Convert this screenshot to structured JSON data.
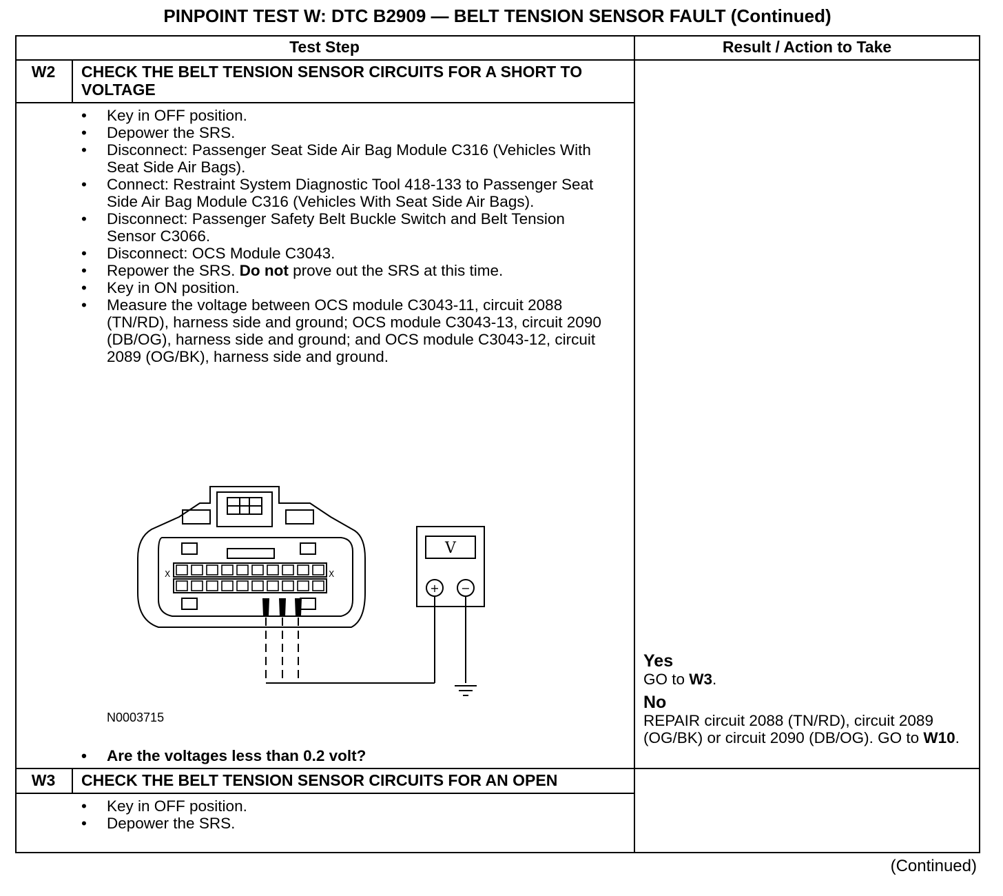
{
  "title": "PINPOINT TEST  W: DTC B2909 — BELT TENSION SENSOR FAULT (Continued)",
  "table": {
    "col_test_step": "Test Step",
    "col_result": "Result / Action to Take"
  },
  "w2": {
    "id": "W2",
    "title": "CHECK THE BELT TENSION SENSOR CIRCUITS FOR A SHORT TO VOLTAGE",
    "steps": [
      "Key in OFF position.",
      "Depower the SRS.",
      "Disconnect: Passenger Seat Side Air Bag Module C316 (Vehicles With Seat Side Air Bags).",
      "Connect: Restraint System Diagnostic Tool 418-133 to Passenger Seat Side Air Bag Module C316 (Vehicles With Seat Side Air Bags).",
      "Disconnect: Passenger Safety Belt Buckle Switch and Belt Tension Sensor C3066.",
      "Disconnect: OCS Module C3043."
    ],
    "step7_pre": "Repower the SRS. ",
    "step7_bold": "Do not",
    "step7_post": " prove out the SRS at this time.",
    "step8": "Key in ON position.",
    "step9": "Measure the voltage between OCS module C3043-11, circuit 2088 (TN/RD), harness side and ground; OCS module C3043-13, circuit 2090 (DB/OG), harness side and ground; and OCS module  C3043-12, circuit 2089 (OG/BK), harness side and ground.",
    "figure_id": "N0003715",
    "meter_symbol": "V",
    "plus": "+",
    "minus": "−",
    "question": "Are the voltages less than 0.2 volt?",
    "yes_label": "Yes",
    "yes_pre": "GO to ",
    "yes_ref": "W3",
    "yes_post": ".",
    "no_label": "No",
    "no_text": "REPAIR circuit 2088 (TN/RD), circuit 2089 (OG/BK) or circuit 2090 (DB/OG). GO to ",
    "no_ref": "W10",
    "no_post": "."
  },
  "w3": {
    "id": "W3",
    "title": "CHECK THE BELT TENSION SENSOR CIRCUITS FOR AN OPEN",
    "steps": [
      "Key in OFF position.",
      "Depower the SRS."
    ]
  },
  "footer": "(Continued)"
}
